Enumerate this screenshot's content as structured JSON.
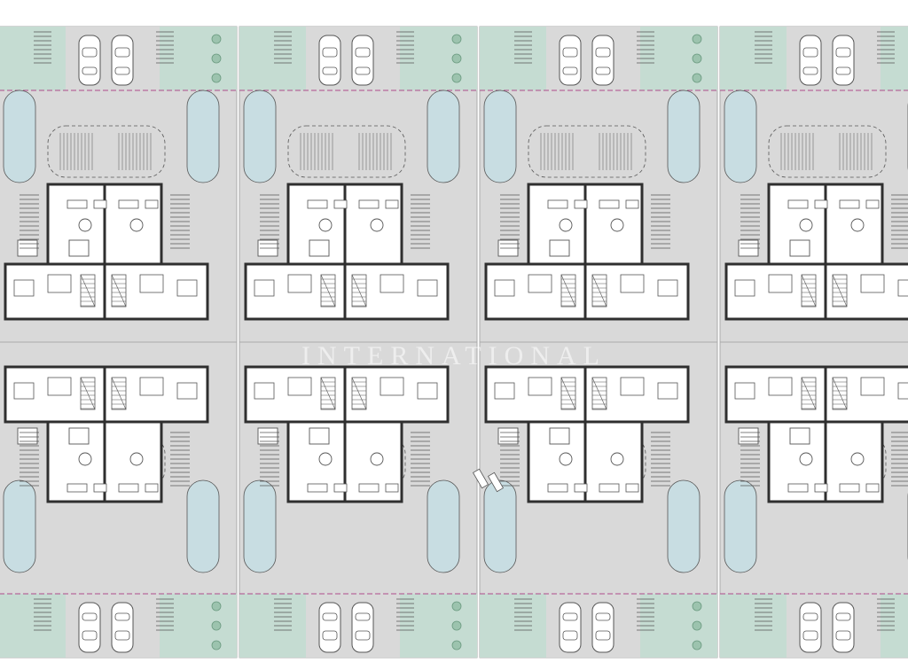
{
  "plan": {
    "colors": {
      "background": "#ffffff",
      "paving": "#d9d9d9",
      "garden": "#c5dcd2",
      "pool": "#c8dde2",
      "building_wall": "#2f2f2f",
      "interior": "#ffffff",
      "line": "#555555",
      "property_line": "#b04a8a"
    },
    "layout": {
      "columns": 4,
      "rows": 2,
      "units_per_block": 2,
      "pool_shape": "rounded-oval",
      "parking": "two-cars-per-block"
    },
    "icons": [
      "car-icon",
      "pool-icon",
      "dining-table-icon",
      "sofa-icon",
      "bed-icon",
      "stair-icon",
      "shrub-icon",
      "bicycle-icon"
    ],
    "watermark": "INTERNATIONAL"
  }
}
